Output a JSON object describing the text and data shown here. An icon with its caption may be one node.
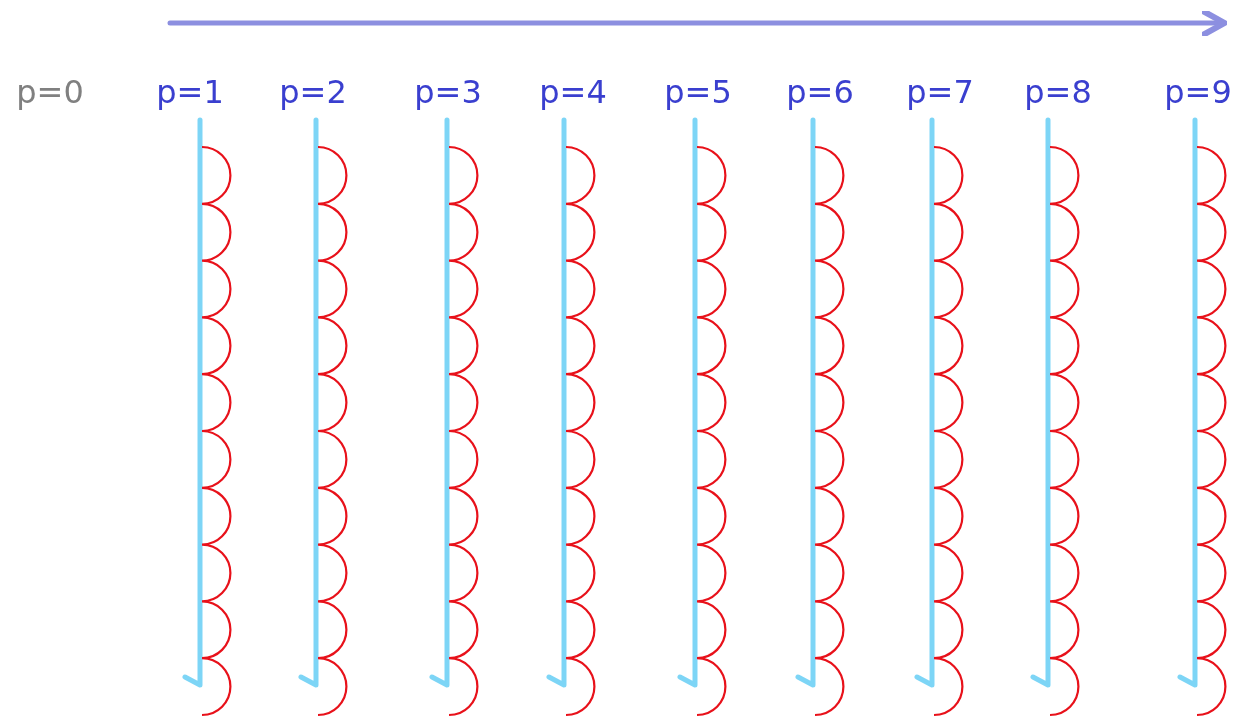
{
  "diagram": {
    "labels": [
      "p=0",
      "p=1",
      "p=2",
      "p=3",
      "p=4",
      "p=5",
      "p=6",
      "p=7",
      "p=8",
      "p=9"
    ]
  }
}
